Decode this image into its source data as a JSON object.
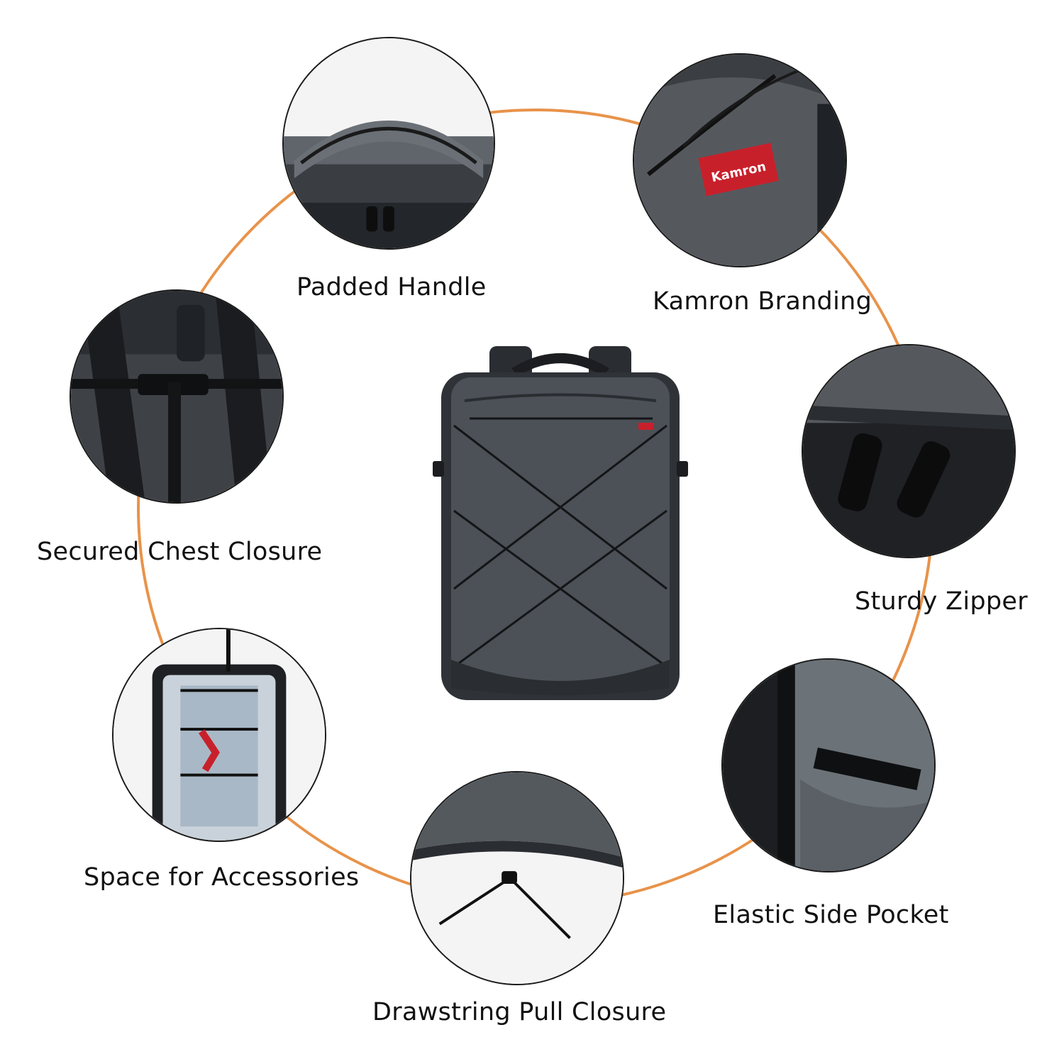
{
  "colors": {
    "ring": "#e8934a",
    "bag_body": "#4b5157",
    "bag_dark": "#2a2d31",
    "strap": "#1c1d20",
    "brand_tag": "#c8202b"
  },
  "features": [
    {
      "id": "padded-handle",
      "label": "Padded Handle"
    },
    {
      "id": "kamron-branding",
      "label": "Kamron Branding",
      "brand_tag_text": "Kamron"
    },
    {
      "id": "secured-chest-closure",
      "label": "Secured Chest Closure"
    },
    {
      "id": "sturdy-zipper",
      "label": "Sturdy Zipper"
    },
    {
      "id": "space-for-accessories",
      "label": "Space for Accessories"
    },
    {
      "id": "elastic-side-pocket",
      "label": "Elastic Side Pocket"
    },
    {
      "id": "drawstring-pull-closure",
      "label": "Drawstring Pull Closure"
    }
  ]
}
